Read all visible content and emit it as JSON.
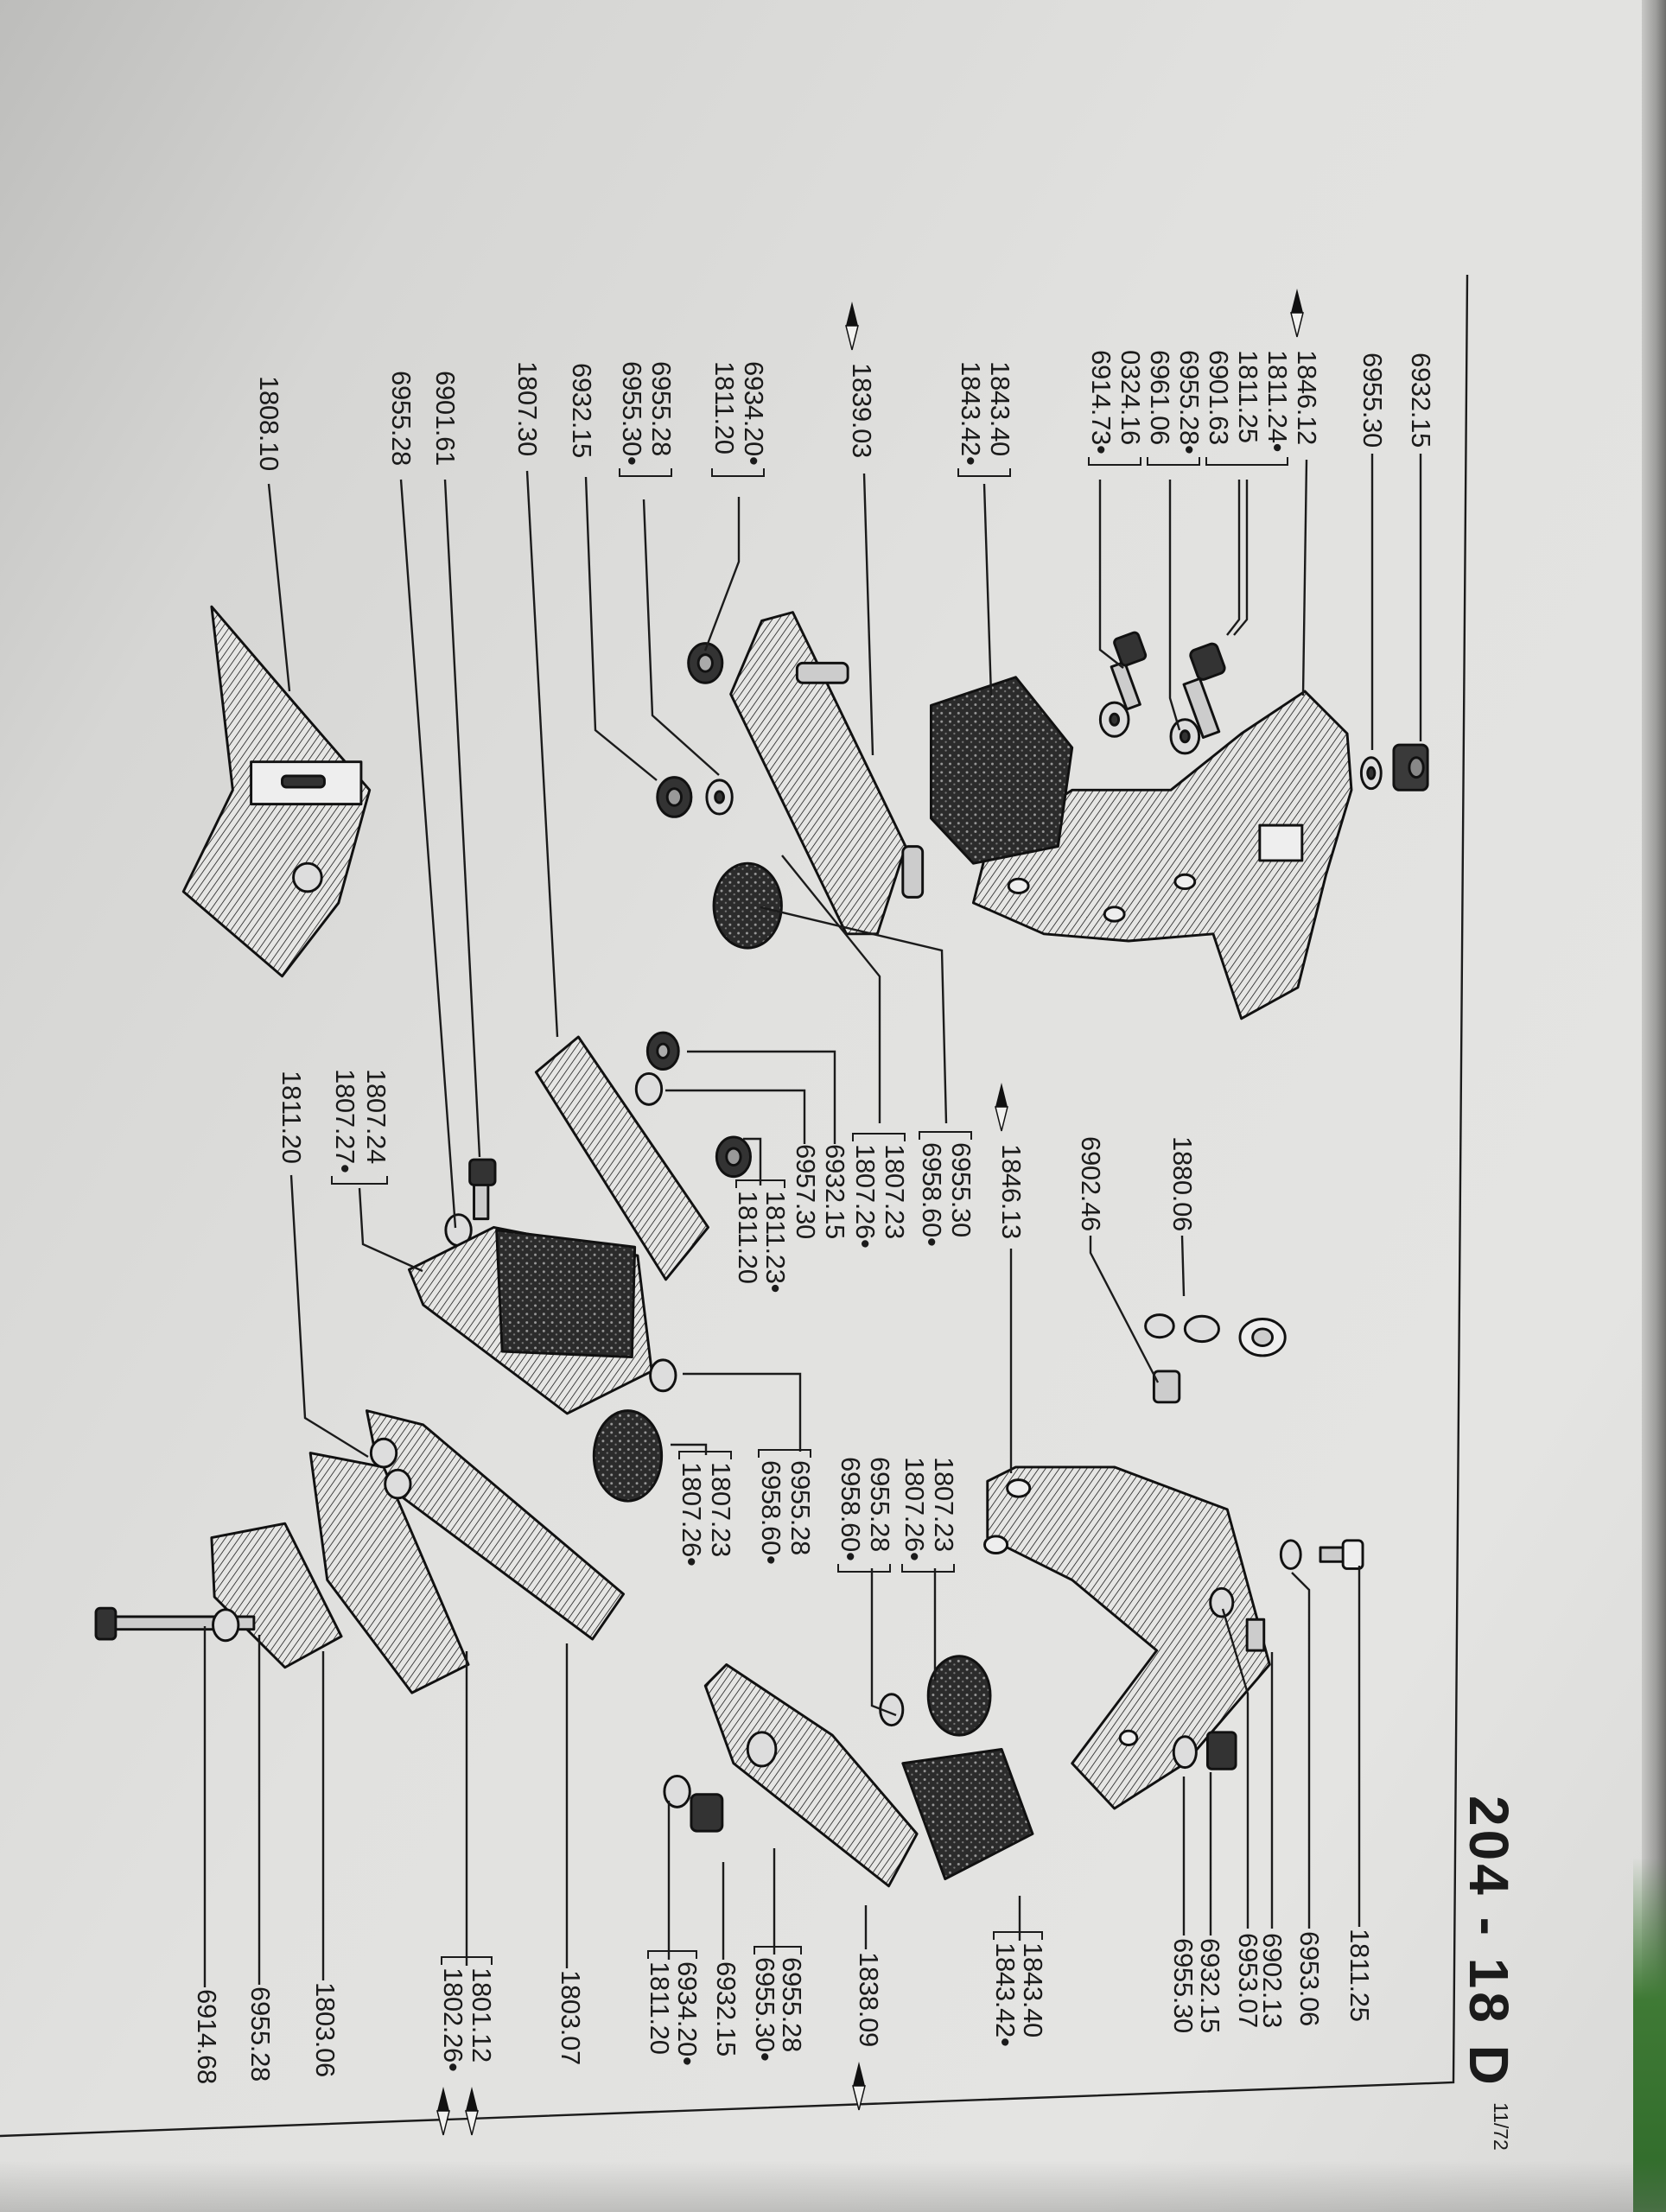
{
  "header": {
    "title": "204 - 18 D",
    "page_number": "11/72"
  },
  "icons": {
    "marker": "double-arrow-icon"
  },
  "callouts": [
    {
      "lines": [
        "6932.15"
      ]
    },
    {
      "lines": [
        "6955.30"
      ]
    },
    {
      "lines": [
        "1846.12",
        "1811.24•",
        "1811.25",
        "6901.63",
        "6955.28•",
        "6961.06",
        "0324.16",
        "6914.73•"
      ]
    },
    {
      "lines": [
        "1843.40",
        "1843.42•"
      ]
    },
    {
      "lines": [
        "1839.03"
      ]
    },
    {
      "lines": [
        "6934.20•",
        "1811.20"
      ]
    },
    {
      "lines": [
        "6955.28",
        "6955.30•"
      ]
    },
    {
      "lines": [
        "6932.15"
      ]
    },
    {
      "lines": [
        "1807.30"
      ]
    },
    {
      "lines": [
        "6901.61"
      ]
    },
    {
      "lines": [
        "6955.28"
      ]
    },
    {
      "lines": [
        "1808.10"
      ]
    },
    {
      "lines": [
        "1880.06"
      ]
    },
    {
      "lines": [
        "6902.46"
      ]
    },
    {
      "lines": [
        "1846.13"
      ]
    },
    {
      "lines": [
        "6955.30",
        "6958.60•"
      ]
    },
    {
      "lines": [
        "1807.23",
        "1807.26•"
      ]
    },
    {
      "lines": [
        "6932.15",
        "6957.30"
      ]
    },
    {
      "lines": [
        "1811.23•",
        "1811.20"
      ]
    },
    {
      "lines": [
        "1807.24",
        "1807.27•"
      ]
    },
    {
      "lines": [
        "1811.20"
      ]
    },
    {
      "lines": [
        "1807.23",
        "1807.26•"
      ]
    },
    {
      "lines": [
        "6955.28",
        "6958.60•"
      ]
    },
    {
      "lines": [
        "6955.28",
        "6958.60•"
      ]
    },
    {
      "lines": [
        "1807.23",
        "1807.26•"
      ]
    },
    {
      "lines": [
        "1811.25"
      ]
    },
    {
      "lines": [
        "6953.06"
      ]
    },
    {
      "lines": [
        "6902.13",
        "6953.07"
      ]
    },
    {
      "lines": [
        "6932.15",
        "6955.30"
      ]
    },
    {
      "lines": [
        "1843.40",
        "1843.42•"
      ]
    },
    {
      "lines": [
        "1838.09"
      ]
    },
    {
      "lines": [
        "6955.28",
        "6955.30•"
      ]
    },
    {
      "lines": [
        "6932.15"
      ]
    },
    {
      "lines": [
        "6934.20•",
        "1811.20"
      ]
    },
    {
      "lines": [
        "1803.07"
      ]
    },
    {
      "lines": [
        "1801.12",
        "1802.26•"
      ]
    },
    {
      "lines": [
        "1803.06"
      ]
    },
    {
      "lines": [
        "6955.28"
      ]
    },
    {
      "lines": [
        "6914.68"
      ]
    }
  ]
}
